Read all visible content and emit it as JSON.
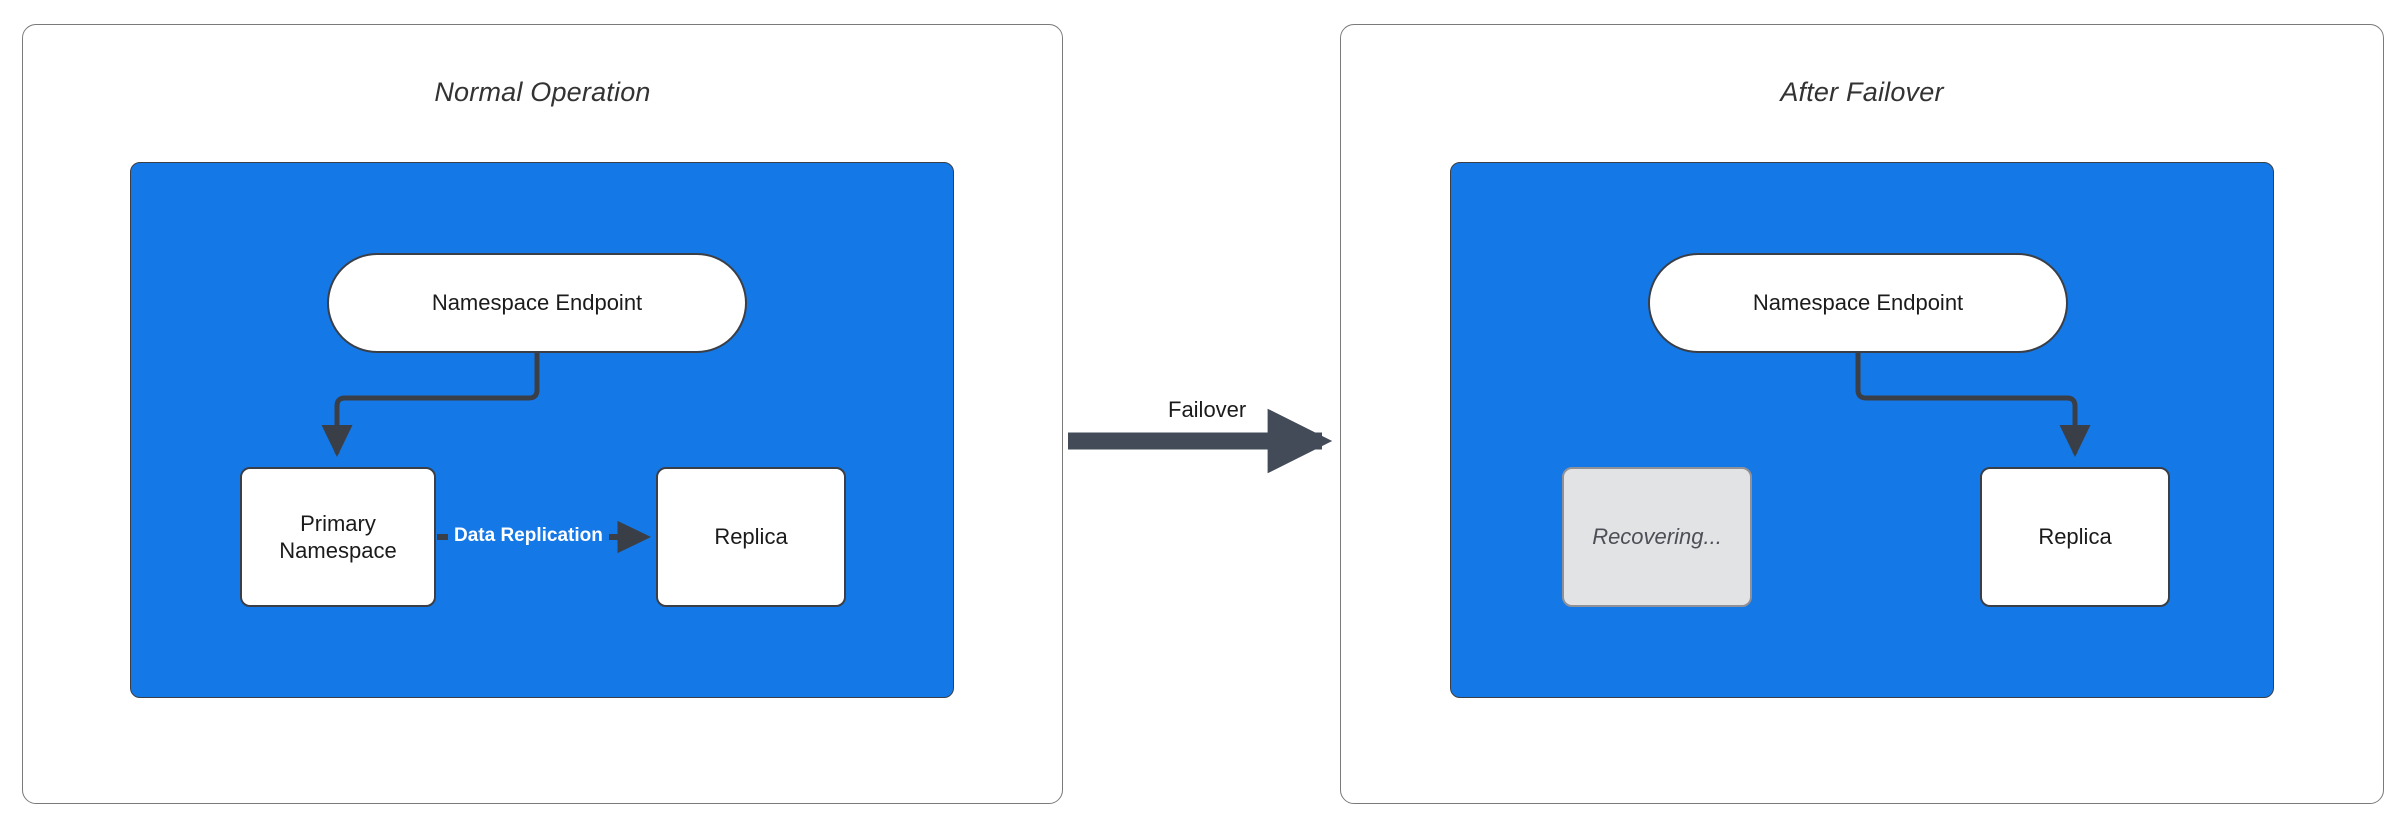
{
  "diagram": {
    "type": "failover-architecture-diagram",
    "background": "#ffffff",
    "colors": {
      "cluster_blue": "#1478e6",
      "node_fill": "#ffffff",
      "node_stroke": "#3a3f47",
      "muted_fill": "#e2e3e5",
      "muted_stroke": "#8f9197",
      "muted_text": "#4c4f56",
      "panel_stroke": "#7a7a7a",
      "edge_stroke": "#3a3f47",
      "failover_arrow": "#434b58",
      "replication_label_text": "#ffffff",
      "title_text": "#333333"
    },
    "panels": [
      {
        "id": "normal-operation",
        "title": "Normal Operation",
        "cluster": {
          "id": "cluster-left",
          "fill": "#1478e6",
          "nodes": [
            {
              "id": "endpoint-left",
              "label": "Namespace Endpoint",
              "shape": "pill",
              "state": "active"
            },
            {
              "id": "primary-left",
              "label": "Primary\nNamespace",
              "shape": "rect",
              "state": "active"
            },
            {
              "id": "replica-left",
              "label": "Replica",
              "shape": "rect",
              "state": "active"
            }
          ],
          "edges": [
            {
              "from": "endpoint-left",
              "to": "primary-left",
              "label": "",
              "style": "orthogonal-arrow"
            },
            {
              "from": "primary-left",
              "to": "replica-left",
              "label": "Data Replication",
              "style": "straight-arrow"
            }
          ]
        }
      },
      {
        "id": "after-failover",
        "title": "After Failover",
        "cluster": {
          "id": "cluster-right",
          "fill": "#1478e6",
          "nodes": [
            {
              "id": "endpoint-right",
              "label": "Namespace Endpoint",
              "shape": "pill",
              "state": "active"
            },
            {
              "id": "recovering-right",
              "label": "Recovering...",
              "shape": "rect",
              "state": "recovering"
            },
            {
              "id": "replica-right",
              "label": "Replica",
              "shape": "rect",
              "state": "active"
            }
          ],
          "edges": [
            {
              "from": "endpoint-right",
              "to": "replica-right",
              "label": "",
              "style": "orthogonal-arrow"
            }
          ]
        }
      }
    ],
    "transition": {
      "id": "failover-transition",
      "label": "Failover",
      "from_panel": "normal-operation",
      "to_panel": "after-failover",
      "style": "thick-arrow"
    },
    "labels": {
      "node_endpoint_left": "Namespace Endpoint",
      "node_primary_line1": "Primary",
      "node_primary_line2": "Namespace",
      "node_replica_left": "Replica",
      "node_endpoint_right": "Namespace Endpoint",
      "node_recovering": "Recovering...",
      "node_replica_right": "Replica",
      "edge_data_replication": "Data Replication",
      "edge_failover": "Failover",
      "title_left": "Normal Operation",
      "title_right": "After Failover"
    }
  }
}
